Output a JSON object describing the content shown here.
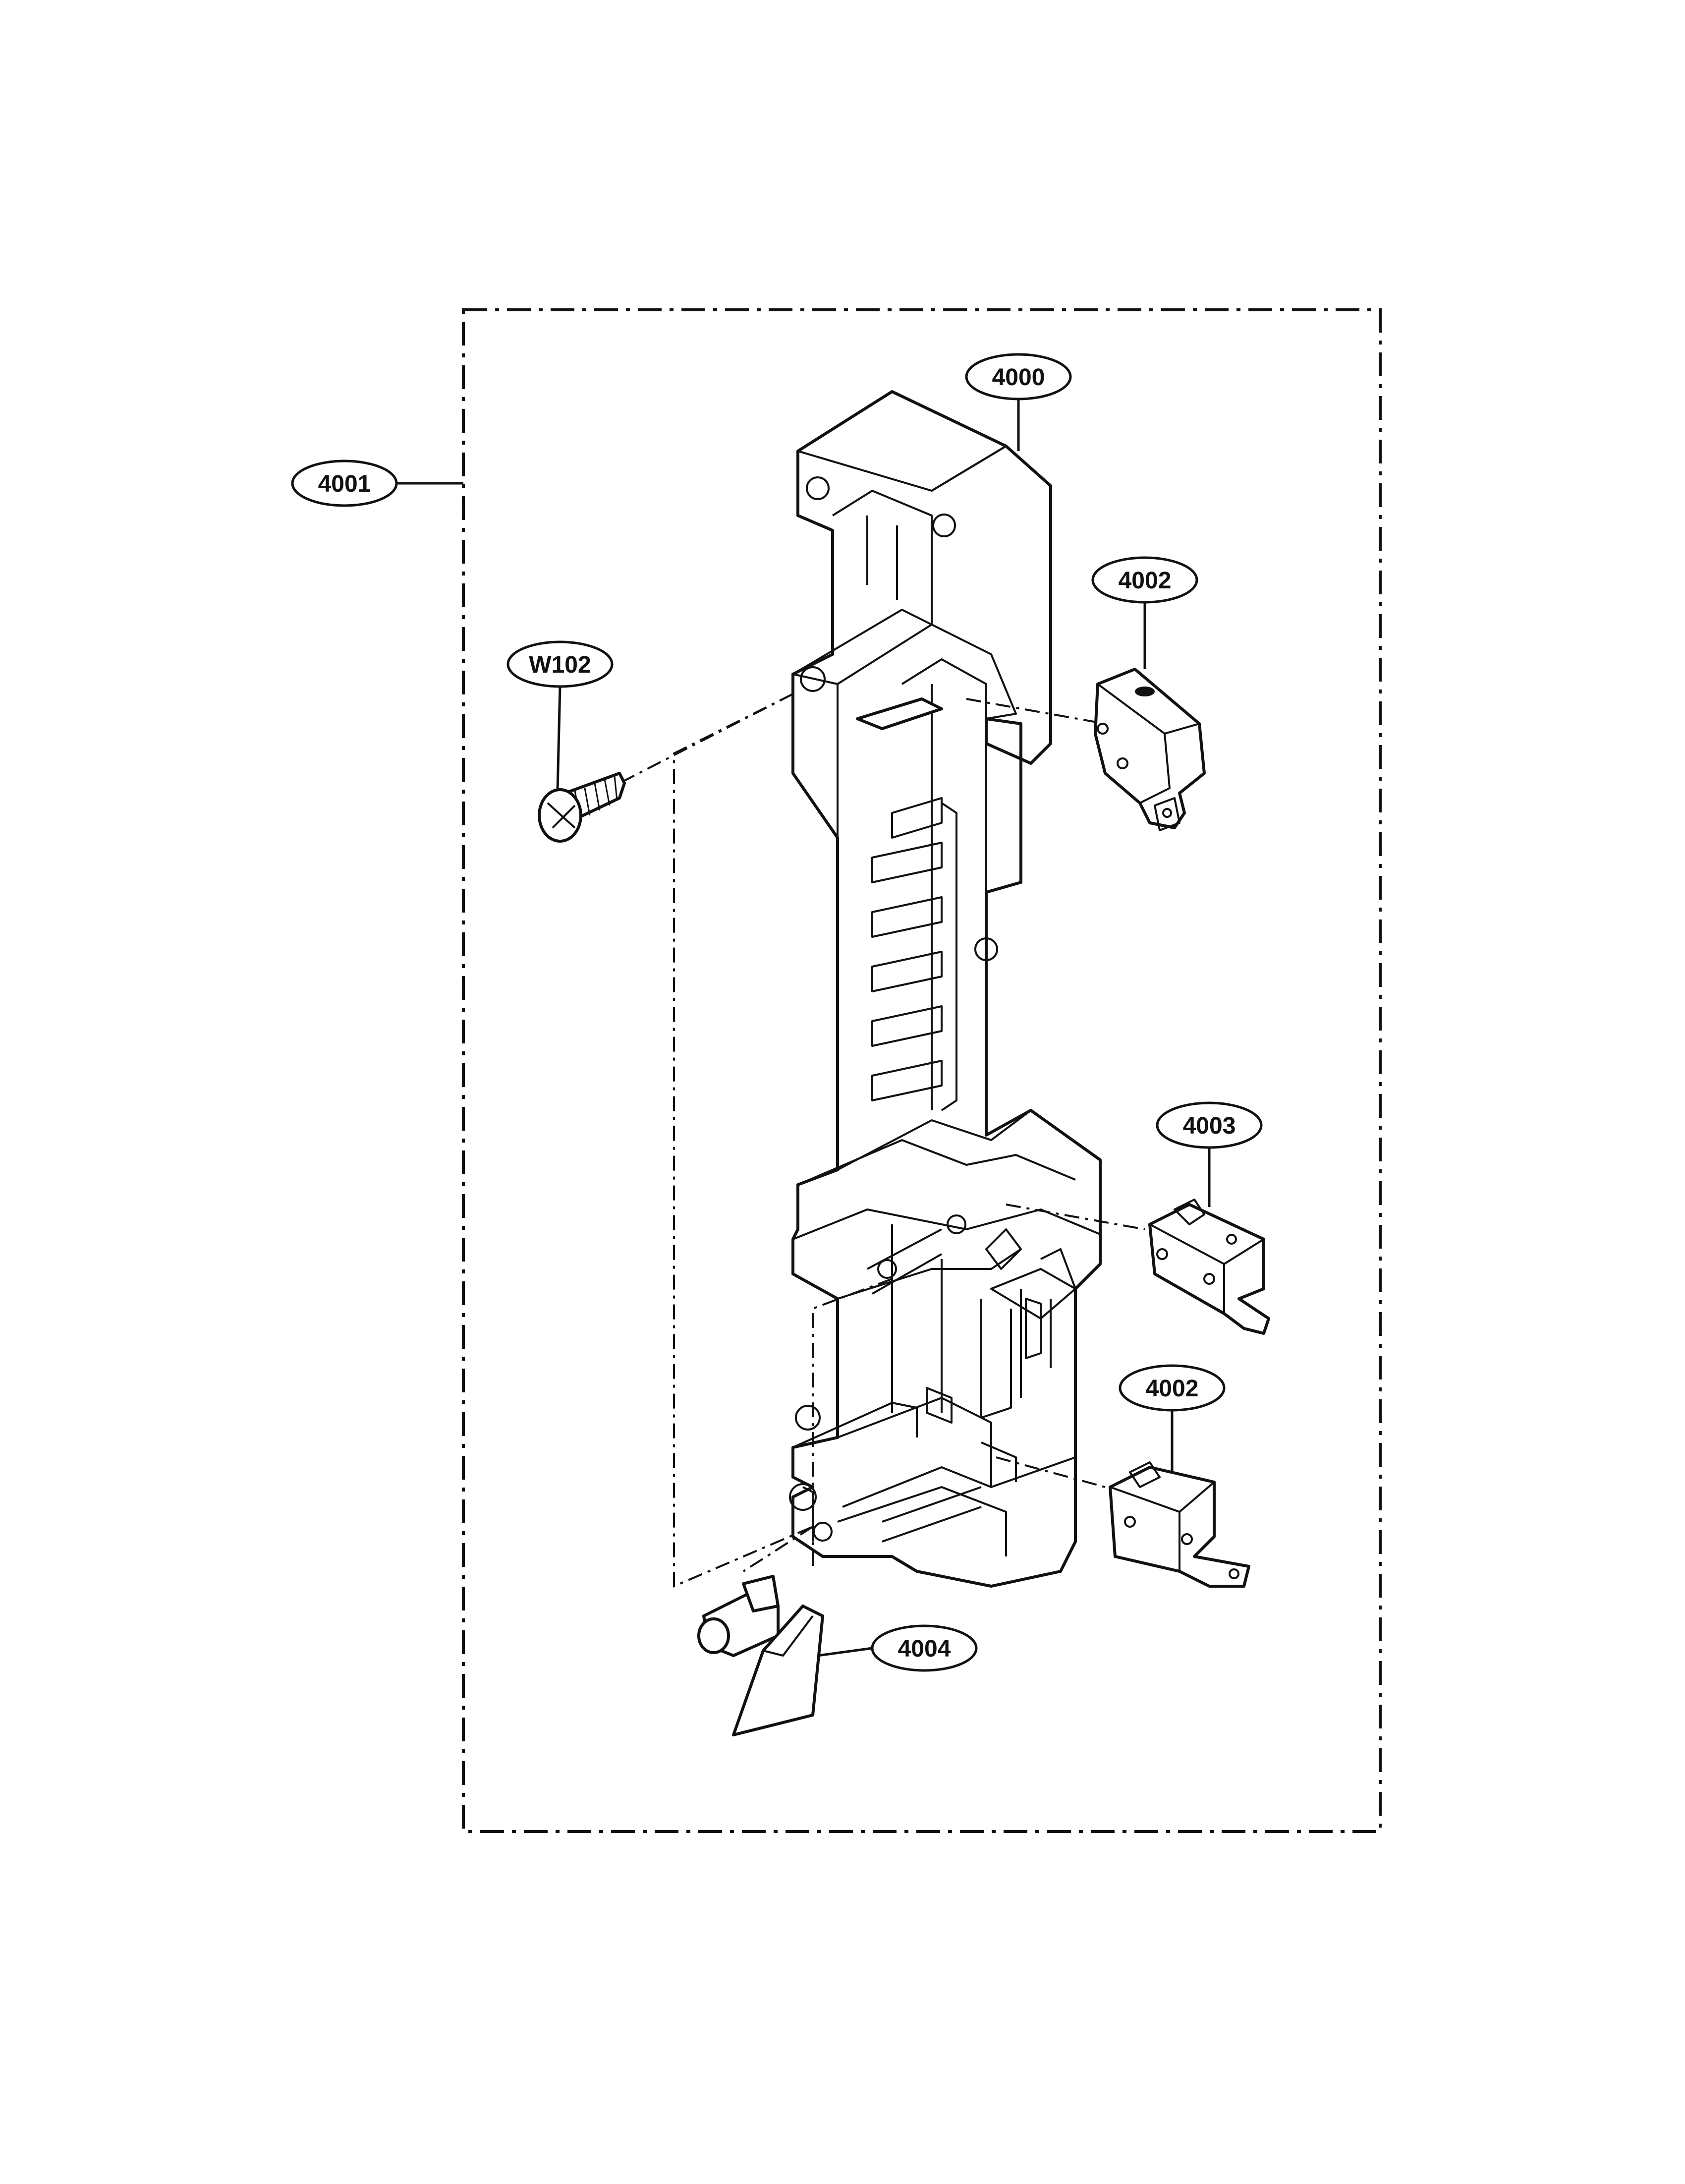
{
  "callouts": {
    "assembly": "4001",
    "latch_board": "4000",
    "switch_top": "4002",
    "screw": "W102",
    "switch_middle": "4003",
    "switch_bottom": "4002",
    "lever": "4004"
  }
}
